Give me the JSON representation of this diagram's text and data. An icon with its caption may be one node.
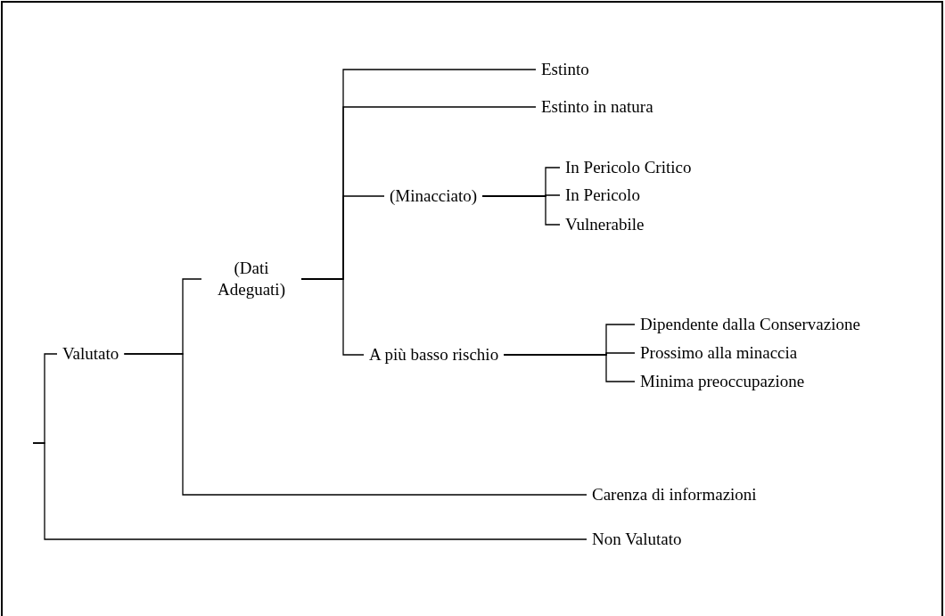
{
  "diagram": {
    "nodes": [
      {
        "text": [
          "Valutato"
        ]
      },
      {
        "text": [
          "(Dati Adeguati)"
        ]
      },
      {
        "text": [
          "Estinto"
        ]
      },
      {
        "text": [
          "Estinto in natura"
        ]
      },
      {
        "text": [
          "(Minacciato)"
        ]
      },
      {
        "text": [
          "In Pericolo Critico"
        ]
      },
      {
        "text": [
          "In Pericolo"
        ]
      },
      {
        "text": [
          "Vulnerabile"
        ]
      },
      {
        "text": [
          "A più basso rischio"
        ]
      },
      {
        "text": [
          "Dipendente dalla Conservazione"
        ]
      },
      {
        "text": [
          "Prossimo alla minaccia"
        ]
      },
      {
        "text": [
          "Minima preoccupazione"
        ]
      },
      {
        "text": [
          "Carenza di informazioni"
        ]
      },
      {
        "text": [
          "Non Valutato"
        ]
      }
    ],
    "edges": [
      {
        "from": null,
        "to": 0,
        "arrow": "none"
      },
      {
        "from": null,
        "to": 13,
        "arrow": "none"
      },
      {
        "from": 0,
        "to": 1,
        "arrow": "none"
      },
      {
        "from": 0,
        "to": 12,
        "arrow": "none"
      },
      {
        "from": 1,
        "to": 2,
        "arrow": "none"
      },
      {
        "from": 1,
        "to": 3,
        "arrow": "none"
      },
      {
        "from": 1,
        "to": 4,
        "arrow": "none"
      },
      {
        "from": 1,
        "to": 8,
        "arrow": "none"
      },
      {
        "from": 4,
        "to": 5,
        "arrow": "none"
      },
      {
        "from": 4,
        "to": 6,
        "arrow": "none"
      },
      {
        "from": 4,
        "to": 7,
        "arrow": "none"
      },
      {
        "from": 8,
        "to": 9,
        "arrow": "none"
      },
      {
        "from": 8,
        "to": 10,
        "arrow": "none"
      },
      {
        "from": 8,
        "to": 11,
        "arrow": "none"
      }
    ]
  }
}
